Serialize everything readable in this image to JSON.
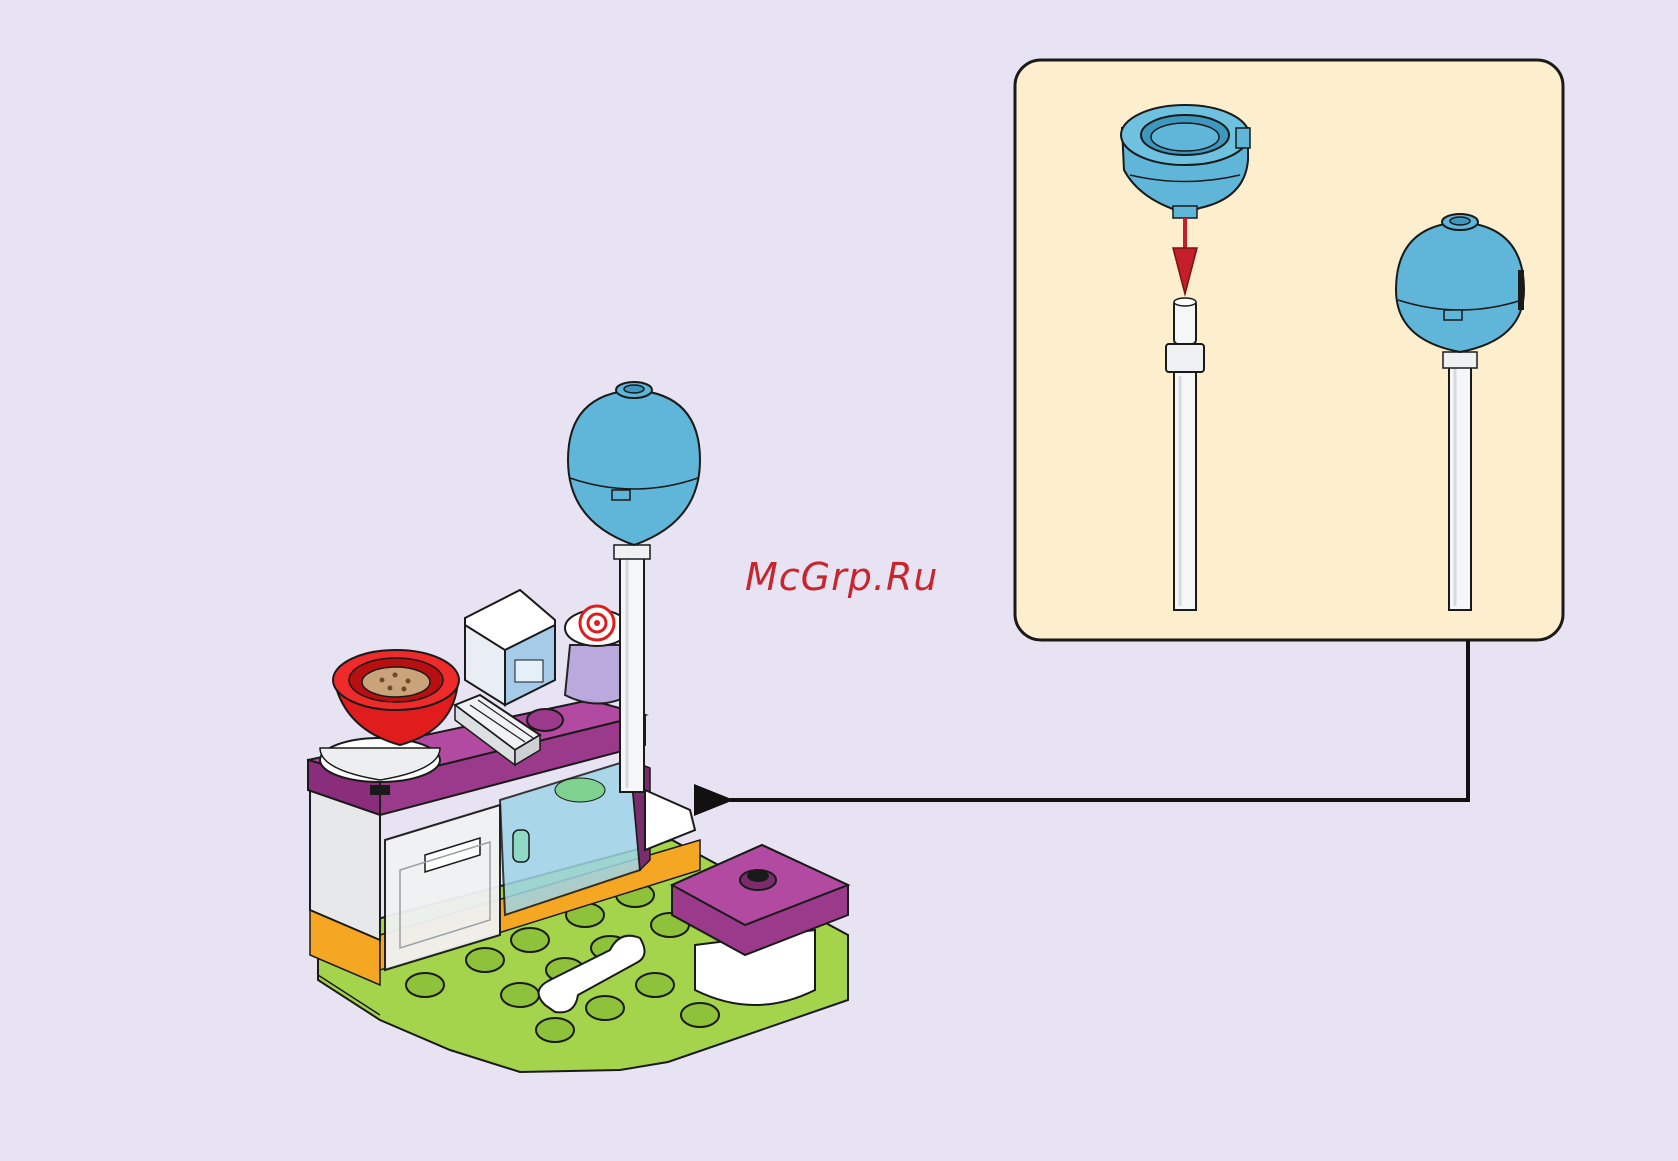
{
  "page": {
    "background": "#e8e3f2"
  },
  "watermark": {
    "text": "McGrp.Ru",
    "color": "#c8262e"
  },
  "callout": {
    "background": "#fdefcd",
    "border": "#1a1a1a",
    "steps": [
      "cap-attach",
      "assembled-lollipop"
    ]
  },
  "colors": {
    "azure": "#5fb6d8",
    "azure_dark": "#3e97bd",
    "trans_clear": "#f4f6f8",
    "magenta": "#9b3a8a",
    "lime": "#a3d44c",
    "red": "#e01c1c",
    "arrow_red": "#c41e2a",
    "orange": "#f5a623",
    "white": "#ffffff",
    "outline": "#1a1a1a"
  }
}
